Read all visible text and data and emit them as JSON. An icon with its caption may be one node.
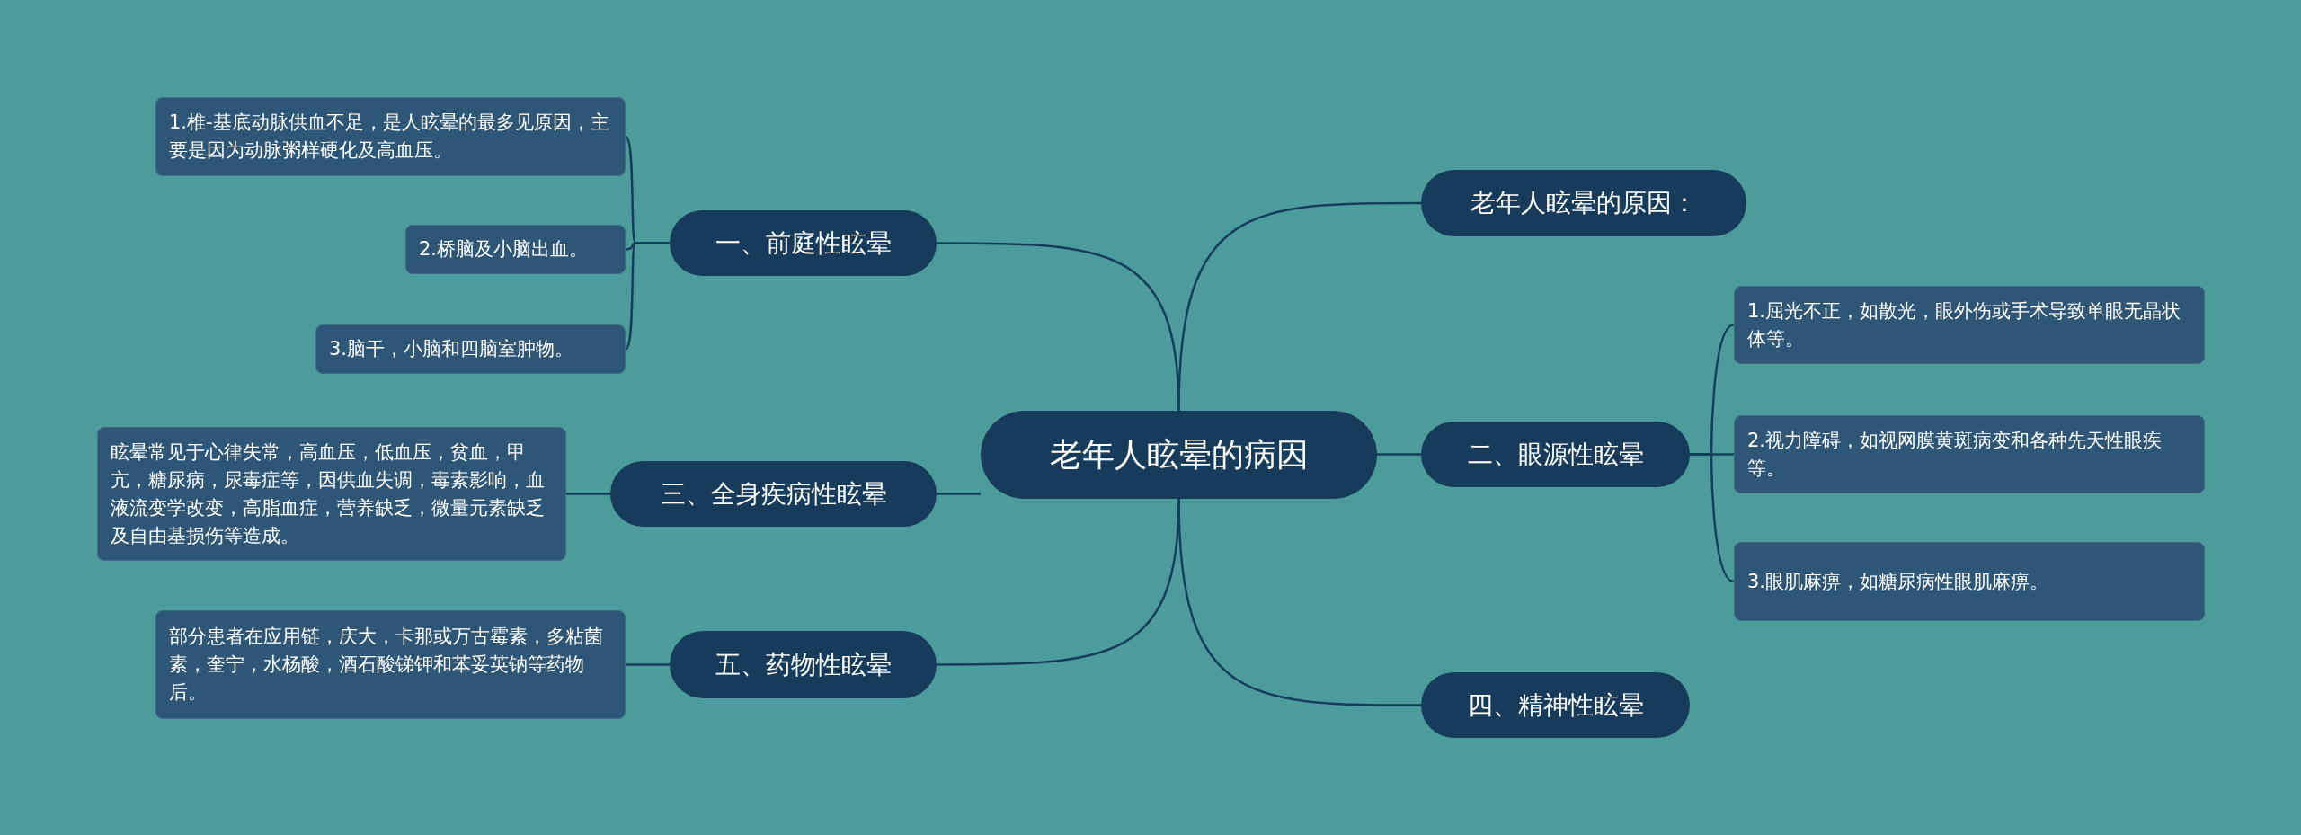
{
  "diagram": {
    "nodes": [
      {
        "text": [
          "老年人眩晕的病因"
        ]
      },
      {
        "text": [
          "老年人眩晕的原因："
        ]
      },
      {
        "text": [
          "一、前庭性眩晕"
        ]
      },
      {
        "text": [
          "1.椎-基底动脉供血不足，是人眩晕的最多见原因，主要是因为动脉粥样硬化及高血压。"
        ]
      },
      {
        "text": [
          "2.桥脑及小脑出血。"
        ]
      },
      {
        "text": [
          "3.脑干，小脑和四脑室肿物。"
        ]
      },
      {
        "text": [
          "二、眼源性眩晕"
        ]
      },
      {
        "text": [
          "1.屈光不正，如散光，眼外伤或手术导致单眼无晶状体等。"
        ]
      },
      {
        "text": [
          "2.视力障碍，如视网膜黄斑病变和各种先天性眼疾等。"
        ]
      },
      {
        "text": [
          "3.眼肌麻痹，如糖尿病性眼肌麻痹。"
        ]
      },
      {
        "text": [
          "三、全身疾病性眩晕"
        ]
      },
      {
        "text": [
          "眩晕常见于心律失常，高血压，低血压，贫血，甲亢，糖尿病，尿毒症等，因供血失调，毒素影响，血液流变学改变，高脂血症，营养缺乏，微量元素缺乏及自由基损伤等造成。"
        ]
      },
      {
        "text": [
          "四、精神性眩晕"
        ]
      },
      {
        "text": [
          "五、药物性眩晕"
        ]
      },
      {
        "text": [
          "部分患者在应用链，庆大，卡那或万古霉素，多粘菌素，奎宁，水杨酸，酒石酸锑钾和苯妥英钠等药物后。"
        ]
      }
    ],
    "edges": [
      {
        "from": 0,
        "to": 1,
        "arrow": "none"
      },
      {
        "from": 0,
        "to": 2,
        "arrow": "none"
      },
      {
        "from": 2,
        "to": 3,
        "arrow": "none"
      },
      {
        "from": 2,
        "to": 4,
        "arrow": "none"
      },
      {
        "from": 2,
        "to": 5,
        "arrow": "none"
      },
      {
        "from": 0,
        "to": 6,
        "arrow": "none"
      },
      {
        "from": 6,
        "to": 7,
        "arrow": "none"
      },
      {
        "from": 6,
        "to": 8,
        "arrow": "none"
      },
      {
        "from": 6,
        "to": 9,
        "arrow": "none"
      },
      {
        "from": 0,
        "to": 10,
        "arrow": "none"
      },
      {
        "from": 10,
        "to": 11,
        "arrow": "none"
      },
      {
        "from": 0,
        "to": 12,
        "arrow": "none"
      },
      {
        "from": 0,
        "to": 13,
        "arrow": "none"
      },
      {
        "from": 13,
        "to": 14,
        "arrow": "none"
      }
    ]
  }
}
